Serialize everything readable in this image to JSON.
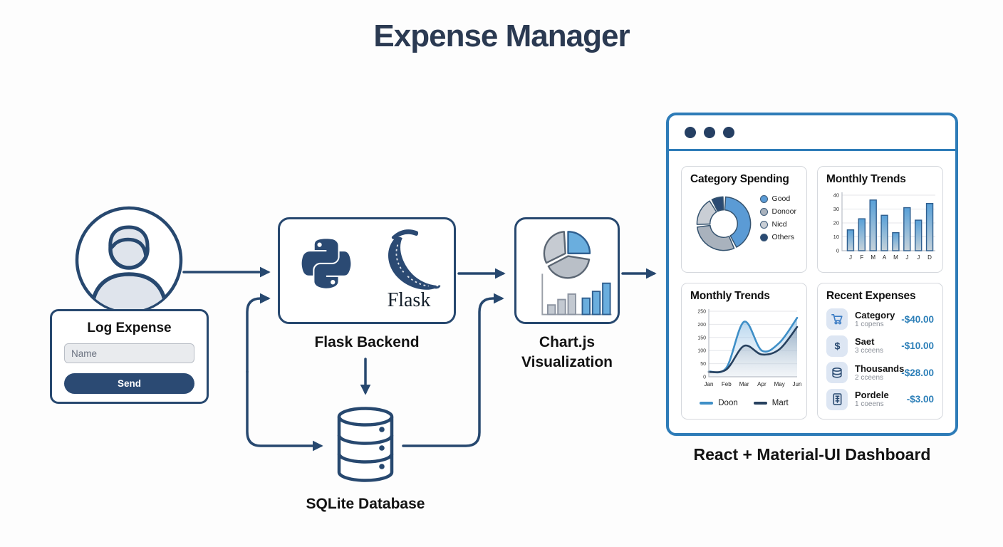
{
  "title": "Expense Manager",
  "colors": {
    "navy": "#27486f",
    "title_ink": "#2b3a52",
    "browser_blue": "#2e7cb8",
    "accent_blue": "#5b9bd5",
    "amount_blue": "#2c7fb8"
  },
  "user_form": {
    "title": "Log Expense",
    "name_placeholder": "Name",
    "send_label": "Send"
  },
  "nodes": {
    "flask": {
      "label": "Flask Backend",
      "wordmark": "Flask"
    },
    "chartjs": {
      "label_line1": "Chart.js",
      "label_line2": "Visualization"
    },
    "sqlite": {
      "label": "SQLite Database"
    },
    "dashboard": {
      "label": "React + Material-UI Dashboard"
    }
  },
  "dashboard_panels": {
    "recent_expenses": {
      "title": "Recent Expenses",
      "rows": [
        {
          "icon": "cart-icon",
          "name": "Category",
          "sub": "1 copens",
          "amount": "-$40.00"
        },
        {
          "icon": "dollar-icon",
          "name": "Saet",
          "sub": "3 cceens",
          "amount": "-$10.00"
        },
        {
          "icon": "coins-icon",
          "name": "Thousands",
          "sub": "2 cceens",
          "amount": "-$28.00"
        },
        {
          "icon": "receipt-icon",
          "name": "Pordele",
          "sub": "1 coeens",
          "amount": "-$3.00"
        }
      ]
    }
  },
  "chart_data": [
    {
      "type": "pie",
      "title": "Category Spending",
      "donut": true,
      "legend_position": "right",
      "segments": [
        {
          "label": "Good",
          "value": 42,
          "color": "#5b9bd5"
        },
        {
          "label": "Donoor",
          "value": 30,
          "color": "#a9b2bd"
        },
        {
          "label": "Nicd",
          "value": 17,
          "color": "#c9ced5"
        },
        {
          "label": "Others",
          "value": 7,
          "color": "#2a4a73"
        }
      ]
    },
    {
      "type": "bar",
      "title": "Monthly Trends",
      "categories": [
        "J",
        "F",
        "M",
        "A",
        "M",
        "J",
        "J",
        "D"
      ],
      "values": [
        15,
        23,
        36.5,
        25.5,
        13,
        31,
        22,
        34
      ],
      "xlabel": "",
      "ylabel": "",
      "ylim": [
        0,
        40
      ],
      "yticks": [
        0,
        10,
        20,
        30,
        40
      ],
      "grid": true,
      "bar_color_top": "#58a0d8",
      "bar_color_bottom": "#c6d2da",
      "bar_border": "#2f5f8f"
    },
    {
      "type": "area",
      "title": "Monthly Trends",
      "x": [
        "Jan",
        "Feb",
        "Mar",
        "Apr",
        "May",
        "Jun"
      ],
      "series": [
        {
          "name": "Doon",
          "values": [
            20,
            35,
            210,
            100,
            130,
            225
          ],
          "color": "#3f8fc7"
        },
        {
          "name": "Mart",
          "values": [
            18,
            28,
            118,
            85,
            105,
            190
          ],
          "color": "#27415f"
        }
      ],
      "ylim": [
        0,
        250
      ],
      "yticks": [
        0,
        50,
        100,
        150,
        200,
        250
      ],
      "grid": true,
      "legend_position": "bottom"
    }
  ]
}
